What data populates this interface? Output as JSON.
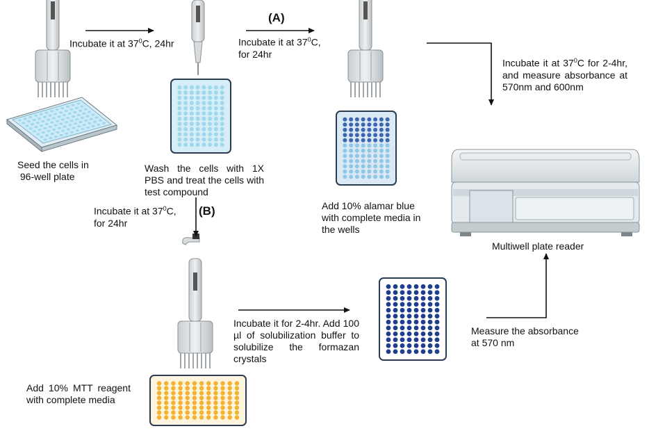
{
  "steps": {
    "seed": {
      "line1": "Seed the cells in",
      "line2": "96-well plate"
    },
    "incubate_1": {
      "prefix": "Incubate  it at 37",
      "sup": "0",
      "suffix": "C, 24hr"
    },
    "wash": {
      "text": "Wash the cells with 1X PBS and treat the cells with test compound"
    },
    "incubate_a": {
      "prefix": "Incubate  it at 37",
      "sup": "0",
      "suffix": "C,",
      "line2": "for 24hr"
    },
    "alamar": {
      "text": "Add 10% alamar blue with complete media in the wells"
    },
    "incubate_read": {
      "prefix": "Incubate it at 37",
      "sup": "0",
      "suffix": "C for 2-4hr, and measure absorbance at 570nm and 600nm"
    },
    "reader": {
      "text": "Multiwell plate reader"
    },
    "incubate_b": {
      "prefix": "Incubate  it at 37",
      "sup": "0",
      "suffix": "C,",
      "line2": "for 24hr"
    },
    "mtt": {
      "text": "Add 10% MTT reagent with complete media"
    },
    "solubilize": {
      "text": "Incubate it for 2-4hr. Add 100 µl of solubilization buffer to solubilize the formazan crystals"
    },
    "measure": {
      "line1": "Measure the absorbance",
      "line2": "at 570 nm"
    }
  },
  "labels": {
    "a": "(A)",
    "b": "(B)"
  },
  "colors": {
    "plate_light": "#bfe6f5",
    "well_light": "#9fd8ee",
    "well_alamar": "#3d66b0",
    "well_dark": "#1f3e8c",
    "well_mtt": "#f2b233",
    "pipette_body": "#d8dcde",
    "arrow": "#111111"
  }
}
